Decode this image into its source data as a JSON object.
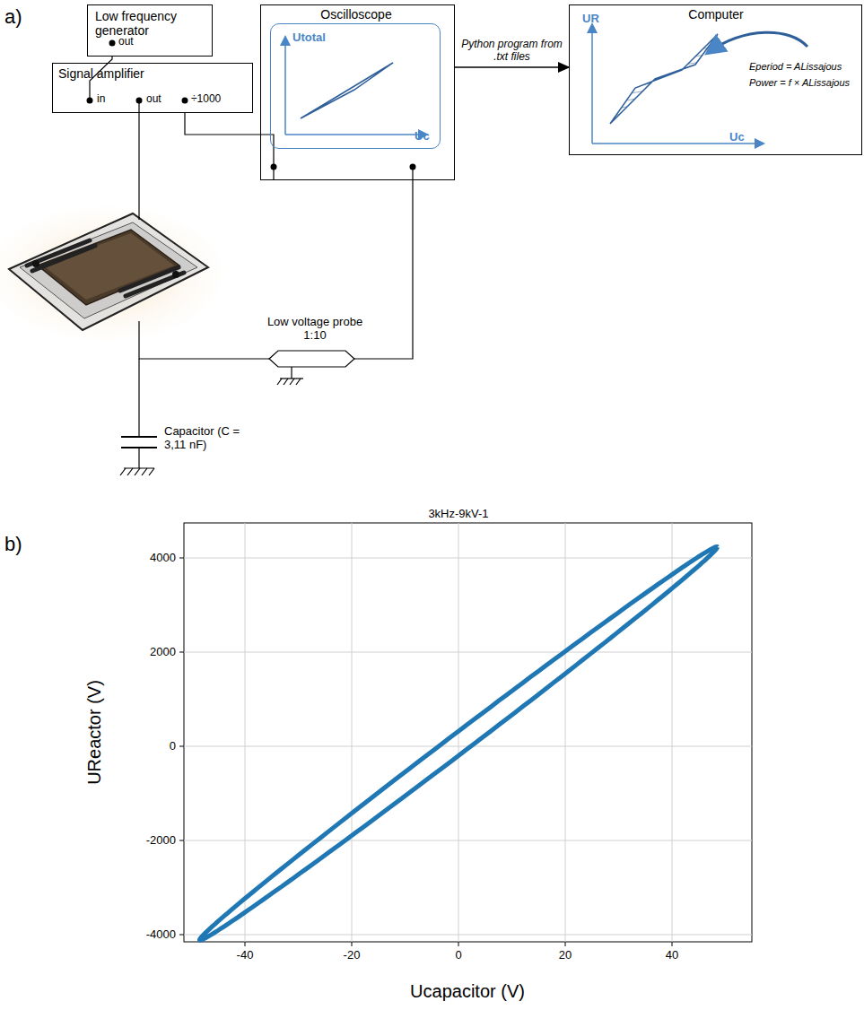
{
  "diagram": {
    "nodes": [
      {
        "text": [
          "Low frequency generator",
          "out"
        ]
      },
      {
        "text": [
          "Signal amplifier",
          "in",
          "out",
          "÷1000"
        ]
      },
      {
        "text": [
          "Oscilloscope"
        ]
      },
      {
        "text": [
          "Utotal",
          "Uc"
        ],
        "in": 2
      },
      {
        "text": [
          "Computer",
          "UR",
          "Uc",
          "Eperiod = ALissajous",
          "Power = f × ALissajous"
        ]
      }
    ],
    "edges": [
      {
        "from": 0,
        "to": 1,
        "arrow": "none"
      },
      {
        "from": 1,
        "to": 2,
        "arrow": "none"
      },
      {
        "from": 2,
        "to": 4,
        "label": "Python program from .txt files",
        "arrow": "to"
      }
    ],
    "labels": [
      "a)",
      "Low voltage probe 1:10",
      "Capacitor (C = 3,11 nF)",
      "b)",
      "3kHz-9kV-1",
      "4000",
      "2000",
      "0",
      "-2000",
      "-4000",
      "-40",
      "-20",
      "0",
      "20",
      "40",
      "UReactor (V)",
      "Ucapacitor (V)"
    ]
  }
}
